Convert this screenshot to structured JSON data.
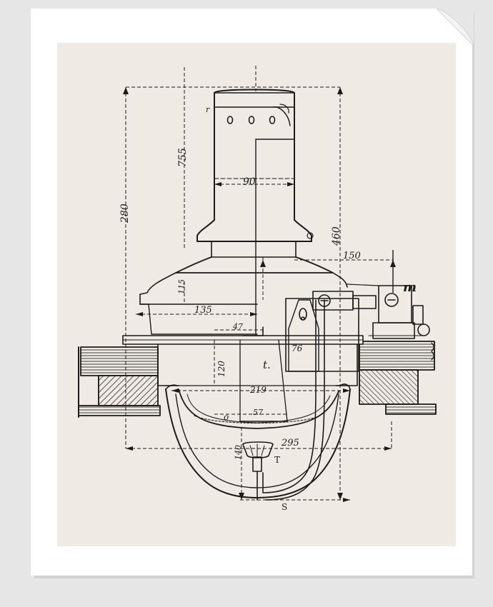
{
  "diagram": {
    "labels": {
      "height_total": "280",
      "height_chimney": "755",
      "height_right": "460",
      "height_small": "115",
      "chimney_width": "90",
      "width_150": "150",
      "base_width": "135",
      "width_47": "47",
      "tube_76": "76",
      "letter_t": "t.",
      "height_120": "120",
      "width_219": "219",
      "width_57": "57",
      "letter_o": "o",
      "width_295": "295",
      "height_bottom": "140",
      "letter_T": "T",
      "letter_S": "S",
      "letter_m": "m",
      "vent_r": "r"
    },
    "colors": {
      "ink": "#1c1b19",
      "paper": "#efebe4",
      "hatch": "#2a2825"
    }
  }
}
